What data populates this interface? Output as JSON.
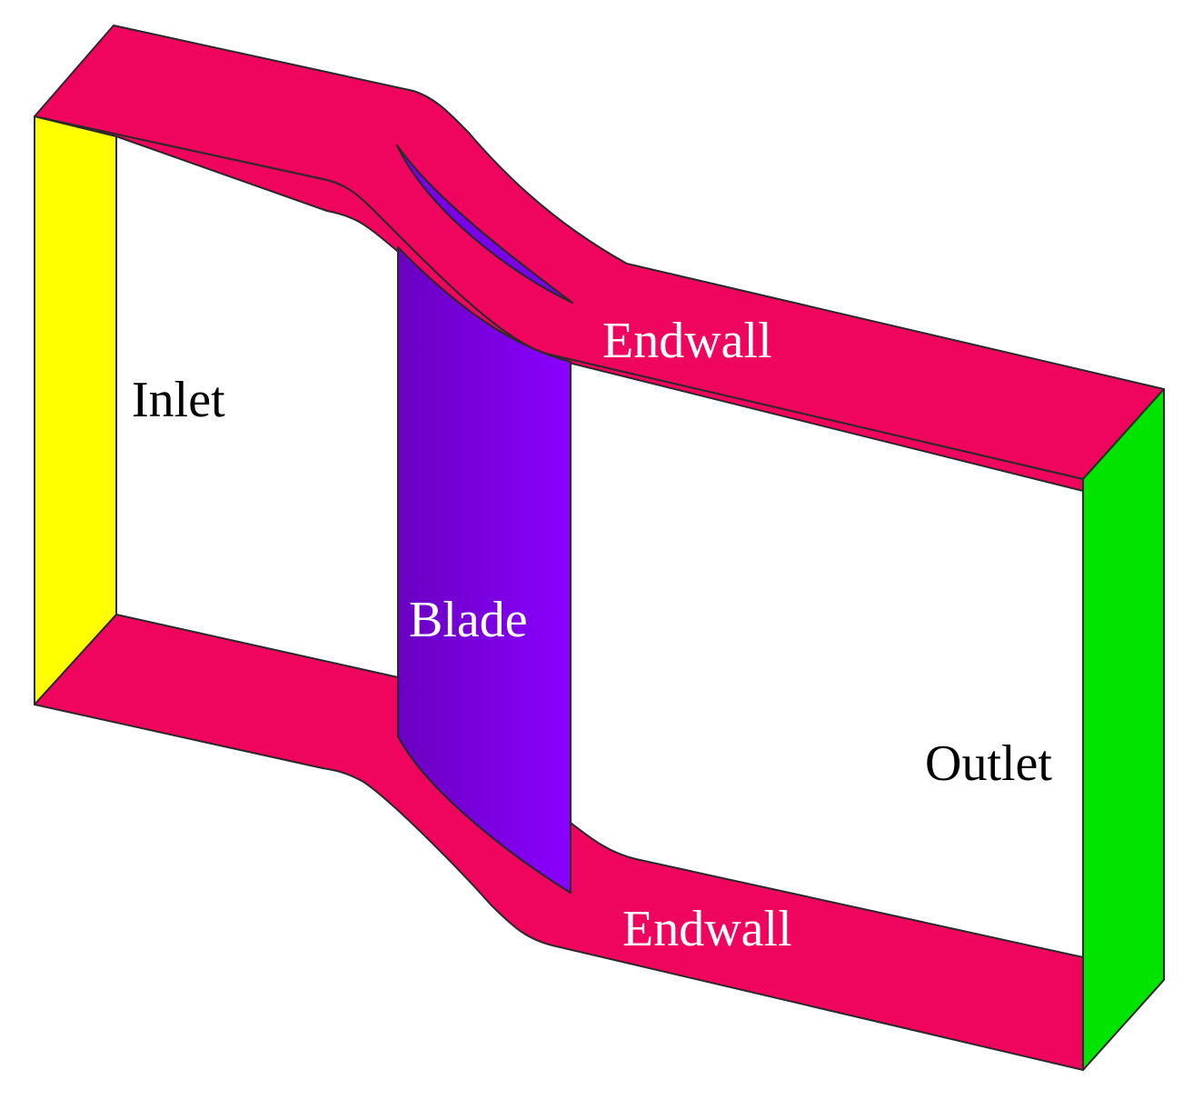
{
  "labels": {
    "inlet": "Inlet",
    "blade": "Blade",
    "endwall_top": "Endwall",
    "endwall_bottom": "Endwall",
    "outlet": "Outlet"
  },
  "colors": {
    "endwall": "#F0055E",
    "inlet": "#FFFF00",
    "outlet": "#00E400",
    "blade_dark": "#6A00C0",
    "blade_light": "#8A00FF",
    "label_dark": "#000000",
    "label_light": "#FFFFFF"
  }
}
